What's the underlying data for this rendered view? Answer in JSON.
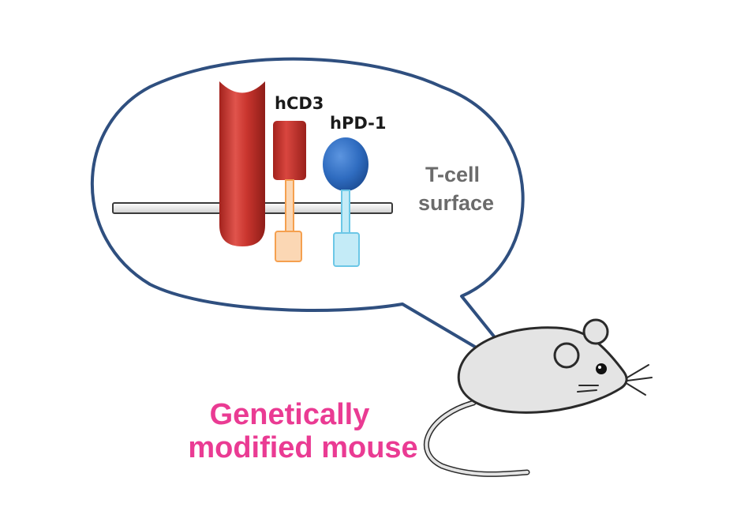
{
  "labels": {
    "hcd3": "hCD3",
    "hpd1": "hPD-1",
    "tcell_line1": "T-cell",
    "tcell_line2": "surface",
    "caption_line1": "Genetically",
    "caption_line2": "modified mouse"
  },
  "colors": {
    "bubble_outline": "#2f4f7f",
    "cd3_red": "#c9352e",
    "pd1_blue": "#2f6cc0",
    "orange_domain": "#f5a04f",
    "cyan_domain": "#6cc7e6",
    "caption_pink": "#ea3b93",
    "mouse_fill": "#e4e4e4"
  }
}
